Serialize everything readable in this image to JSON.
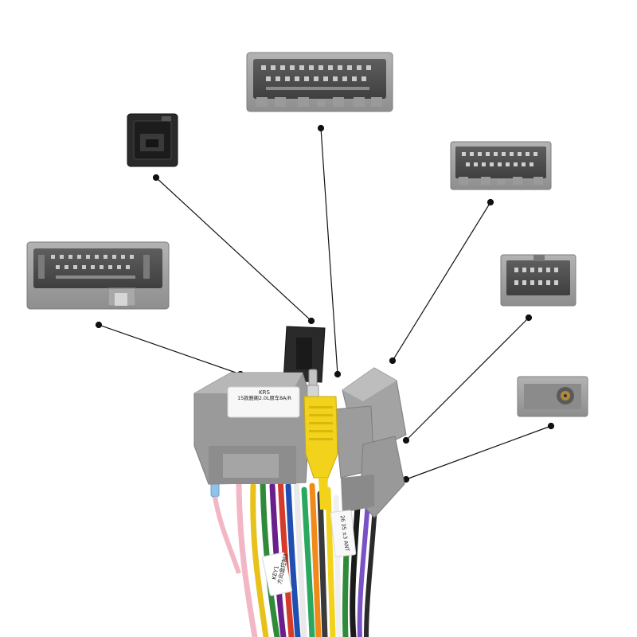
{
  "product": {
    "main_label_line1": "KRS",
    "main_label_line2": "15款雅阁2.0L原车8A/R",
    "wire_tag_1_line1": "KEY1",
    "wire_tag_1_line2": "方向盘控制1",
    "wire_tag_2": "26 35 ±3 ANT"
  },
  "colors": {
    "connector_gray": "#9e9e9e",
    "connector_dark": "#4f4f4f",
    "rca_yellow": "#f2d21a",
    "leader_line": "#111111",
    "background": "#ffffff"
  }
}
